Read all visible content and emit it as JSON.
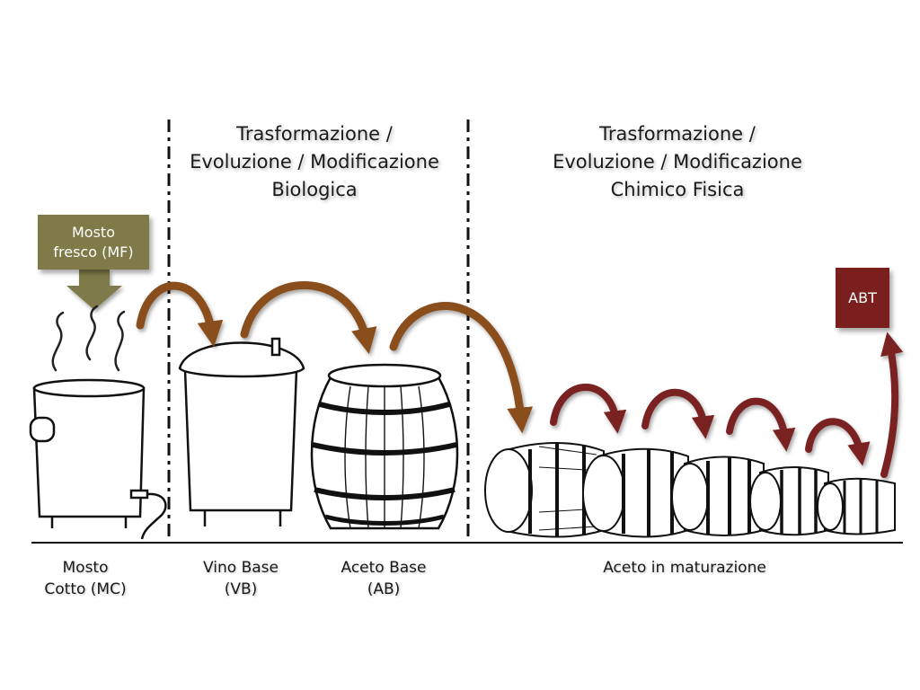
{
  "titles": {
    "biological": [
      "Trasformazione /",
      "Evoluzione / Modificazione",
      "Biologica"
    ],
    "chemical": [
      "Trasformazione /",
      "Evoluzione / Modificazione",
      "Chimico Fisica"
    ]
  },
  "boxes": {
    "mosto_fresco": [
      "Mosto",
      "fresco (MF)"
    ],
    "abt": "ABT"
  },
  "labels": {
    "mosto_cotto": [
      "Mosto",
      "Cotto (MC)"
    ],
    "vino_base": [
      "Vino Base",
      "(VB)"
    ],
    "aceto_base": [
      "Aceto Base",
      "(AB)"
    ],
    "aceto_maturazione": "Aceto in maturazione"
  },
  "colors": {
    "mosto_fresco_box": "#7f7a48",
    "abt_box": "#7a1e1e",
    "arrow_brown": "#8a4d1c",
    "arrow_red": "#7a2424"
  }
}
